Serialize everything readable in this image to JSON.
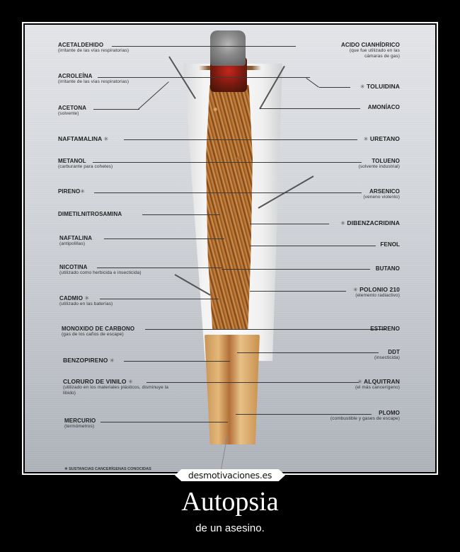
{
  "poster": {
    "title": "Autopsia",
    "subtitle": "de un asesino.",
    "brand": "desmotivaciones.es",
    "footnote": "✳ SUSTANCIAS CANCERÍGENAS CONOCIDAS",
    "star_icon": "✳"
  },
  "labels_left": [
    {
      "name": "ACETALDEHIDO",
      "note": "(irritante de las vías respiratorias)",
      "carcinogen": false
    },
    {
      "name": "ACROLEÍNA",
      "note": "(irritante de las vías respiratorias)",
      "carcinogen": false
    },
    {
      "name": "ACETONA",
      "note": "(solvente)",
      "carcinogen": false
    },
    {
      "name": "NAFTAMALINA",
      "note": "",
      "carcinogen": true
    },
    {
      "name": "METANOL",
      "note": "(carburante para cohetes)",
      "carcinogen": false
    },
    {
      "name": "PIRENO",
      "note": "",
      "carcinogen": true
    },
    {
      "name": "DIMETILNITROSAMINA",
      "note": "",
      "carcinogen": false
    },
    {
      "name": "NAFTALINA",
      "note": "(antipolillas)",
      "carcinogen": false
    },
    {
      "name": "NICOTINA",
      "note": "(utilizado como herbicida e insecticida)",
      "carcinogen": false
    },
    {
      "name": "CADMIO",
      "note": "(utilizado en las baterías)",
      "carcinogen": true
    },
    {
      "name": "MONOXIDO DE CARBONO",
      "note": "(gas de los caños de escape)",
      "carcinogen": false
    },
    {
      "name": "BENZOPIRENO",
      "note": "",
      "carcinogen": true
    },
    {
      "name": "CLORURO DE VINILO",
      "note": "(utilizado en los materiales plásticos, disminuye la libido)",
      "carcinogen": true
    },
    {
      "name": "MERCURIO",
      "note": "(termómetros)",
      "carcinogen": false
    }
  ],
  "labels_right": [
    {
      "name": "ACIDO CIANHÍDRICO",
      "note": "(que fue utilizado en las cámaras de gas)",
      "carcinogen": false
    },
    {
      "name": "TOLUIDINA",
      "note": "",
      "carcinogen": true
    },
    {
      "name": "AMONÍACO",
      "note": "",
      "carcinogen": false
    },
    {
      "name": "URETANO",
      "note": "",
      "carcinogen": true
    },
    {
      "name": "TOLUENO",
      "note": "(solvente industrial)",
      "carcinogen": false
    },
    {
      "name": "ARSENICO",
      "note": "(veneno violento)",
      "carcinogen": false
    },
    {
      "name": "DIBENZACRIDINA",
      "note": "",
      "carcinogen": true
    },
    {
      "name": "FENOL",
      "note": "",
      "carcinogen": false
    },
    {
      "name": "BUTANO",
      "note": "",
      "carcinogen": false
    },
    {
      "name": "POLONIO 210",
      "note": "(elemento radiactivo)",
      "carcinogen": true
    },
    {
      "name": "ESTIRENO",
      "note": "",
      "carcinogen": false
    },
    {
      "name": "DDT",
      "note": "(insecticida)",
      "carcinogen": false
    },
    {
      "name": "ALQUITRAN",
      "note": "(el más cancerígeno)",
      "carcinogen": true
    },
    {
      "name": "PLOMO",
      "note": "(combustible y gases de escape)",
      "carcinogen": false
    }
  ],
  "colors": {
    "background": "#000000",
    "frame": "#ffffff",
    "metal": "#d3d6db",
    "label_text": "#222222"
  }
}
